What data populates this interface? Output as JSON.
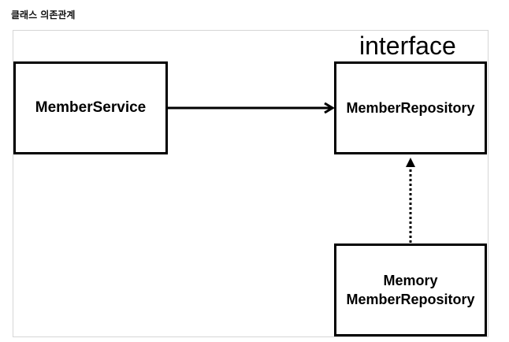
{
  "heading": "클래스 의존관계",
  "stereotype": "interface",
  "nodes": {
    "member_service": "MemberService",
    "member_repository": "MemberRepository",
    "memory_repository_line1": "Memory",
    "memory_repository_line2": "MemberRepository"
  },
  "edges": [
    {
      "from": "MemberService",
      "to": "MemberRepository",
      "style": "solid",
      "kind": "dependency"
    },
    {
      "from": "Memory MemberRepository",
      "to": "MemberRepository",
      "style": "dotted",
      "kind": "implementation"
    }
  ]
}
